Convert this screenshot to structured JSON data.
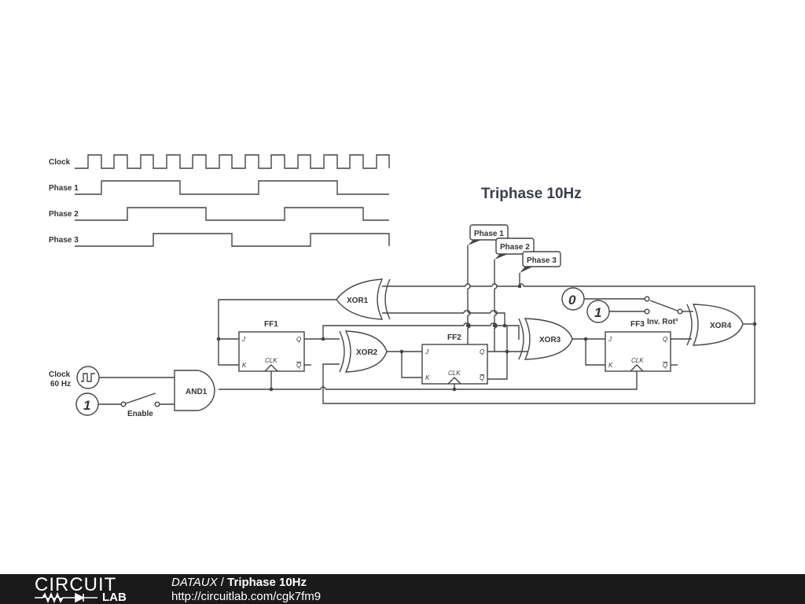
{
  "title": "Triphase 10Hz",
  "timing": {
    "rows": [
      {
        "label": "Clock",
        "pattern": "square-60hz"
      },
      {
        "label": "Phase 1",
        "pattern": "phase-1"
      },
      {
        "label": "Phase 2",
        "pattern": "phase-2"
      },
      {
        "label": "Phase 3",
        "pattern": "phase-3"
      }
    ]
  },
  "components": {
    "xor1": "XOR1",
    "xor2": "XOR2",
    "xor3": "XOR3",
    "xor4": "XOR4",
    "and1": "AND1",
    "ff1": "FF1",
    "ff2": "FF2",
    "ff3": "FF3",
    "pin_j": "J",
    "pin_k": "K",
    "pin_q": "Q",
    "pin_qbar": "Q",
    "pin_clk": "CLK"
  },
  "sources": {
    "clock_label_1": "Clock",
    "clock_label_2": "60 Hz",
    "logic_one": "1",
    "logic_zero": "0",
    "enable_label": "Enable",
    "inv_rot_label": "Inv. Rot°"
  },
  "probes": [
    "Phase 1",
    "Phase 2",
    "Phase 3"
  ],
  "footer": {
    "brand_top": "CIRCUIT",
    "brand_bottom": "LAB",
    "owner": "DATAUX",
    "separator": " / ",
    "circuit_title": "Triphase 10Hz",
    "url": "http://circuitlab.com/cgk7fm9"
  }
}
